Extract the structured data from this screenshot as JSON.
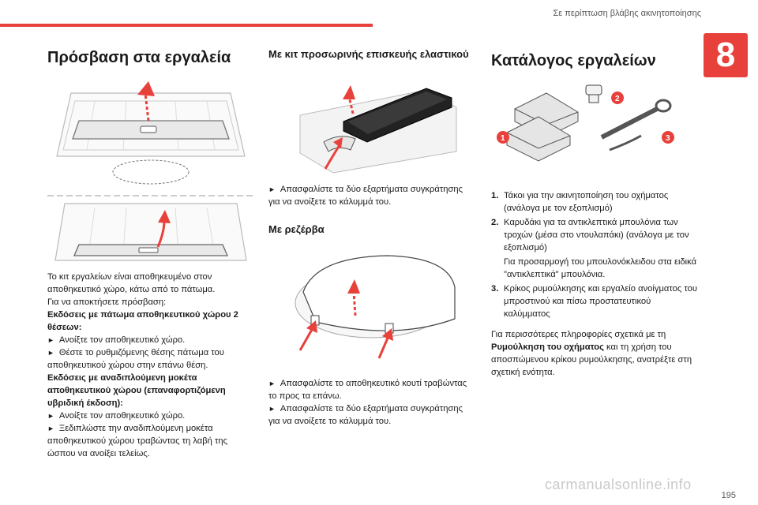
{
  "header": {
    "section_title": "Σε περίπτωση βλάβης ακινητοποίησης",
    "chapter_number": "8",
    "page_number": "195"
  },
  "col1": {
    "title": "Πρόσβαση στα εργαλεία",
    "p1": "Το κιτ εργαλείων είναι αποθηκευμένο στον αποθηκευτικό χώρο, κάτω από το πάτωμα.",
    "p2": "Για να αποκτήσετε πρόσβαση:",
    "sub1": "Εκδόσεις με πάτωμα αποθηκευτικού χώρου 2 θέσεων:",
    "b1": "Ανοίξτε τον αποθηκευτικό χώρο.",
    "b2": "Θέστε το ρυθμιζόμενης θέσης πάτωμα του αποθηκευτικού χώρου στην επάνω θέση.",
    "sub2": "Εκδόσεις με αναδιπλούμενη μοκέτα αποθηκευτικού χώρου (επαναφορτιζόμενη υβριδική έκδοση):",
    "b3": "Ανοίξτε τον αποθηκευτικό χώρο.",
    "b4": "Ξεδιπλώστε την αναδιπλούμενη μοκέτα αποθηκευτικού χώρου τραβώντας τη λαβή της ώσπου να ανοίξει τελείως."
  },
  "col2": {
    "title": "Με κιτ προσωρινής επισκευής ελαστικού",
    "b1": "Απασφαλίστε τα δύο εξαρτήματα συγκράτησης για να ανοίξετε το κάλυμμά του.",
    "title2": "Με ρεζέρβα",
    "b2": "Απασφαλίστε το αποθηκευτικό κουτί τραβώντας το προς τα επάνω.",
    "b3": "Απασφαλίστε τα δύο εξαρτήματα συγκράτησης για να ανοίξετε το κάλυμμά του."
  },
  "col3": {
    "title": "Κατάλογος εργαλείων",
    "items": [
      {
        "num": "1.",
        "text": "Τάκοι για την ακινητοποίηση του οχήματος (ανάλογα με τον εξοπλισμό)"
      },
      {
        "num": "2.",
        "text": "Καρυδάκι για τα αντικλεπτικά μπουλόνια των τροχών (μέσα στο ντουλαπάκι) (ανάλογα με τον εξοπλισμό)"
      },
      {
        "num": "",
        "text": "Για προσαρμογή του μπουλονόκλειδου στα ειδικά \"αντικλεπτικά\" μπουλόνια."
      },
      {
        "num": "3.",
        "text": "Κρίκος ρυμούλκησης και εργαλείο ανοίγματος του μπροστινού και πίσω προστατευτικού καλύμματος"
      }
    ],
    "note_pre": "Για περισσότερες πληροφορίες σχετικά με τη ",
    "note_bold": "Ρυμούλκηση του οχήματος",
    "note_post": " και τη χρήση του αποσπώμενου κρίκου ρυμούλκησης, ανατρέξτε στη σχετική ενότητα.",
    "callouts": [
      "1",
      "2",
      "3"
    ]
  },
  "watermark": "carmanualsonline.info",
  "colors": {
    "accent": "#e8403a"
  },
  "icons": [
    "arrow-up-icon",
    "triangle-bullet-icon"
  ]
}
